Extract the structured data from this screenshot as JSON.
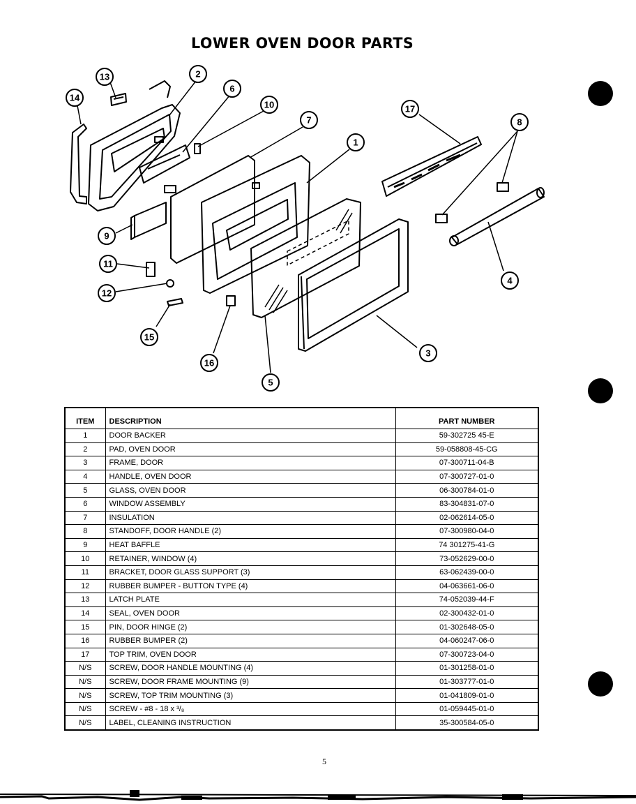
{
  "title": "LOWER OVEN DOOR PARTS",
  "callouts": [
    "1",
    "2",
    "3",
    "4",
    "5",
    "6",
    "7",
    "8",
    "9",
    "10",
    "11",
    "12",
    "13",
    "14",
    "15",
    "16",
    "17"
  ],
  "table": {
    "headers": {
      "item": "ITEM",
      "description": "DESCRIPTION",
      "part_number": "PART NUMBER"
    },
    "rows": [
      {
        "item": "1",
        "description": "DOOR BACKER",
        "part_number": "59-302725 45-E"
      },
      {
        "item": "2",
        "description": "PAD, OVEN DOOR",
        "part_number": "59-058808-45-CG"
      },
      {
        "item": "3",
        "description": "FRAME, DOOR",
        "part_number": "07-300711-04-B"
      },
      {
        "item": "4",
        "description": "HANDLE, OVEN DOOR",
        "part_number": "07-300727-01-0"
      },
      {
        "item": "5",
        "description": "GLASS, OVEN DOOR",
        "part_number": "06-300784-01-0"
      },
      {
        "item": "6",
        "description": "WINDOW ASSEMBLY",
        "part_number": "83-304831-07-0"
      },
      {
        "item": "7",
        "description": "INSULATION",
        "part_number": "02-062614-05-0"
      },
      {
        "item": "8",
        "description": "STANDOFF, DOOR HANDLE (2)",
        "part_number": "07-300980-04-0"
      },
      {
        "item": "9",
        "description": "HEAT BAFFLE",
        "part_number": "74 301275-41-G"
      },
      {
        "item": "10",
        "description": "RETAINER, WINDOW (4)",
        "part_number": "73-052629-00-0"
      },
      {
        "item": "11",
        "description": "BRACKET, DOOR GLASS SUPPORT (3)",
        "part_number": "63-062439-00-0"
      },
      {
        "item": "12",
        "description": "RUBBER BUMPER - BUTTON TYPE (4)",
        "part_number": "04-063661-06-0"
      },
      {
        "item": "13",
        "description": "LATCH PLATE",
        "part_number": "74-052039-44-F"
      },
      {
        "item": "14",
        "description": "SEAL, OVEN DOOR",
        "part_number": "02-300432-01-0"
      },
      {
        "item": "15",
        "description": "PIN, DOOR HINGE (2)",
        "part_number": "01-302648-05-0"
      },
      {
        "item": "16",
        "description": "RUBBER BUMPER (2)",
        "part_number": "04-060247-06-0"
      },
      {
        "item": "17",
        "description": "TOP TRIM, OVEN DOOR",
        "part_number": "07-300723-04-0"
      },
      {
        "item": "N/S",
        "description": "SCREW, DOOR HANDLE MOUNTING (4)",
        "part_number": "01-301258-01-0"
      },
      {
        "item": "N/S",
        "description": "SCREW, DOOR FRAME MOUNTING (9)",
        "part_number": "01-303777-01-0"
      },
      {
        "item": "N/S",
        "description": "SCREW, TOP TRIM MOUNTING (3)",
        "part_number": "01-041809-01-0"
      },
      {
        "item": "N/S",
        "description": "SCREW - #8 - 18 x ³/₈",
        "part_number": "01-059445-01-0"
      },
      {
        "item": "N/S",
        "description": "LABEL, CLEANING INSTRUCTION",
        "part_number": "35-300584-05-0"
      }
    ]
  },
  "page_number": "5"
}
